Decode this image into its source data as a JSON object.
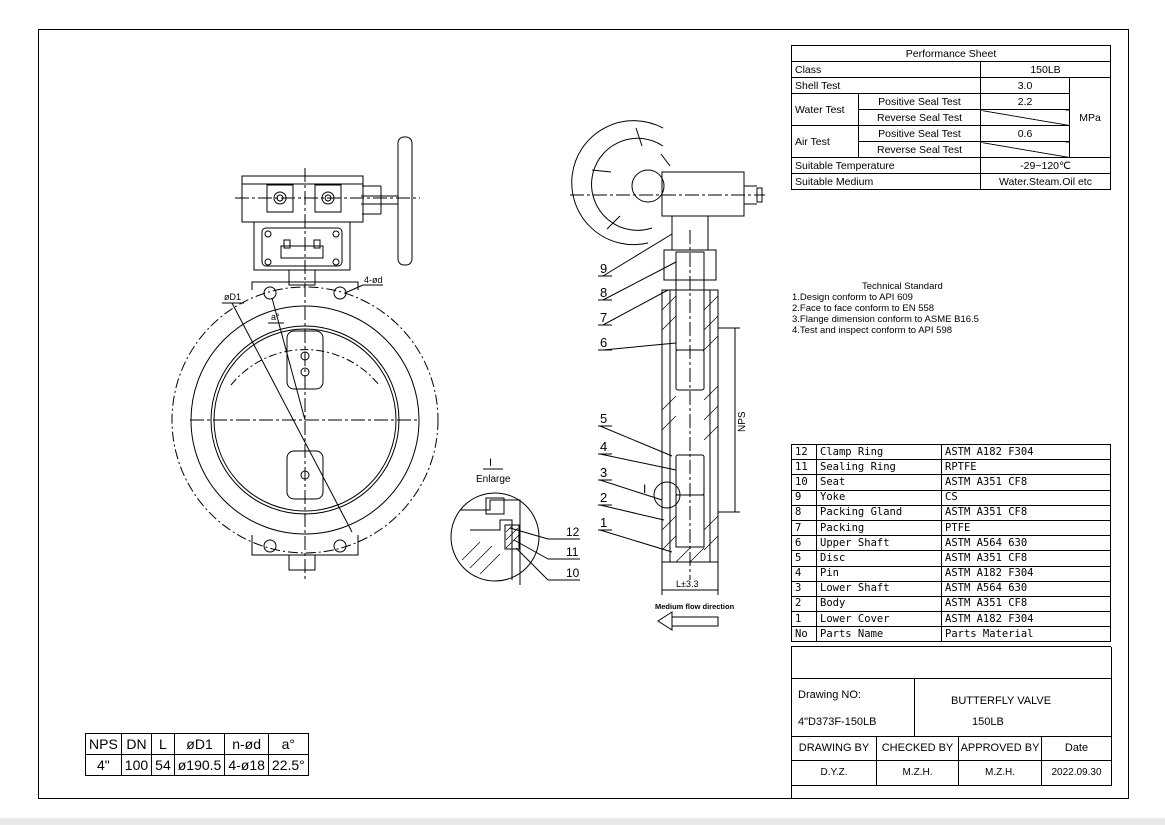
{
  "performance_sheet": {
    "title": "Performance Sheet",
    "class_label": "Class",
    "class_value": "150LB",
    "shell_test_label": "Shell Test",
    "shell_test_value": "3.0",
    "water_test_label": "Water Test",
    "water_positive_label": "Positive Seal Test",
    "water_positive_value": "2.2",
    "water_reverse_label": "Reverse Seal Test",
    "unit": "MPa",
    "air_test_label": "Air Test",
    "air_positive_label": "Positive Seal Test",
    "air_positive_value": "0.6",
    "air_reverse_label": "Reverse Seal Test",
    "temperature_label": "Suitable Temperature",
    "temperature_value": "-29~120℃",
    "medium_label": "Suitable Medium",
    "medium_value": "Water.Steam.Oil etc"
  },
  "technical_standard": {
    "title": "Technical Standard",
    "items": [
      "1.Design conform to API 609",
      "2.Face to face conform to EN 558",
      "3.Flange dimension conform to ASME B16.5",
      "4.Test and inspect conform to API 598"
    ]
  },
  "parts": [
    {
      "no": "12",
      "name": "Clamp Ring",
      "material": "ASTM A182 F304"
    },
    {
      "no": "11",
      "name": "Sealing Ring",
      "material": "RPTFE"
    },
    {
      "no": "10",
      "name": "Seat",
      "material": "ASTM A351 CF8"
    },
    {
      "no": "9",
      "name": "Yoke",
      "material": "CS"
    },
    {
      "no": "8",
      "name": "Packing Gland",
      "material": "ASTM A351 CF8"
    },
    {
      "no": "7",
      "name": "Packing",
      "material": "PTFE"
    },
    {
      "no": "6",
      "name": "Upper Shaft",
      "material": "ASTM A564 630"
    },
    {
      "no": "5",
      "name": "Disc",
      "material": "ASTM A351 CF8"
    },
    {
      "no": "4",
      "name": "Pin",
      "material": "ASTM A182 F304"
    },
    {
      "no": "3",
      "name": "Lower Shaft",
      "material": "ASTM A564 630"
    },
    {
      "no": "2",
      "name": "Body",
      "material": "ASTM A351 CF8"
    },
    {
      "no": "1",
      "name": "Lower Cover",
      "material": "ASTM A182 F304"
    }
  ],
  "parts_header": {
    "no": "No",
    "name": "Parts Name",
    "material": "Parts Material"
  },
  "title_block": {
    "drawing_no_label": "Drawing NO:",
    "drawing_no": "4\"D373F-150LB",
    "product": "BUTTERFLY VALVE",
    "product_class": "150LB",
    "drawn_by_label": "DRAWING BY",
    "checked_by_label": "CHECKED BY",
    "approved_by_label": "APPROVED BY",
    "date_label": "Date",
    "drawn_by": "D.Y.Z.",
    "checked_by": "M.Z.H.",
    "approved_by": "M.Z.H.",
    "date": "2022.09.30"
  },
  "dimension_table": {
    "headers": [
      "NPS",
      "DN",
      "L",
      "øD1",
      "n-ød",
      "a°"
    ],
    "values": [
      "4\"",
      "100",
      "54",
      "ø190.5",
      "4-ø18",
      "22.5°"
    ]
  },
  "drawing_labels": {
    "d1": "øD1",
    "a": "a°",
    "nd": "4-ød",
    "enlarge_mark": "I",
    "enlarge": "Enlarge",
    "section_mark": "I",
    "nps": "NPS",
    "l_dim": "L±3.3",
    "flow": "Medium flow direction",
    "callouts": [
      "9",
      "8",
      "7",
      "6",
      "5",
      "4",
      "3",
      "2",
      "1"
    ],
    "detail_callouts": [
      "12",
      "11",
      "10"
    ]
  }
}
